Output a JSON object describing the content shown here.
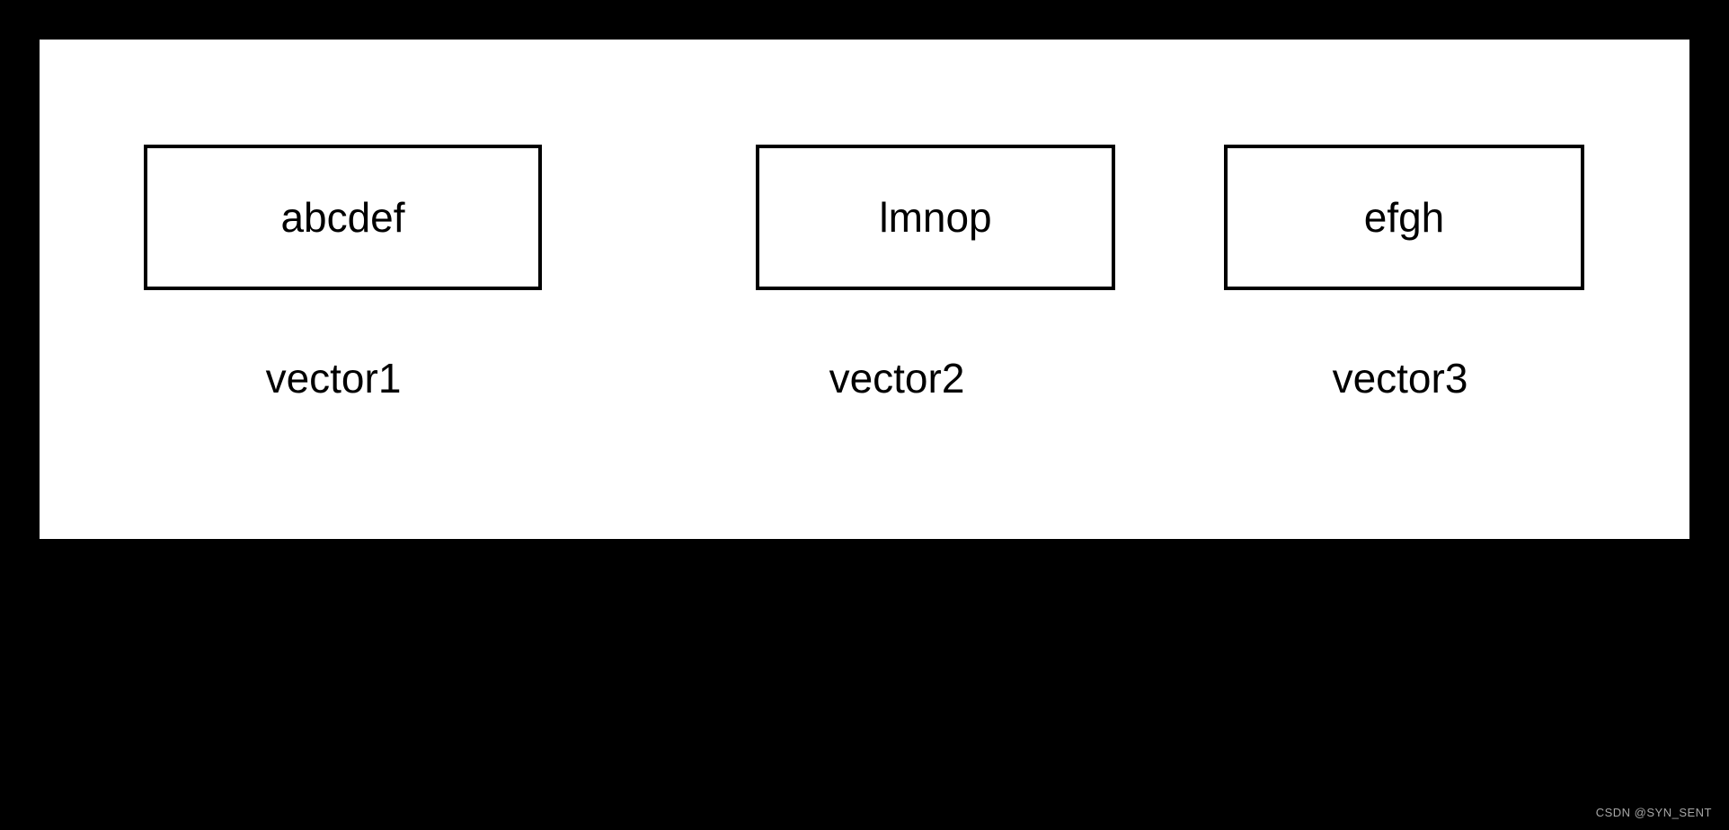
{
  "canvas": {
    "background_color": "#000000",
    "panel_color": "#ffffff",
    "box_border_color": "#000000",
    "text_color": "#000000"
  },
  "diagram": {
    "boxes": [
      {
        "text": "abcdef",
        "label": "vector1"
      },
      {
        "text": "lmnop",
        "label": "vector2"
      },
      {
        "text": "efgh",
        "label": "vector3"
      }
    ]
  },
  "watermark": {
    "text": "CSDN @SYN_SENT",
    "color": "#a6a6a6"
  }
}
